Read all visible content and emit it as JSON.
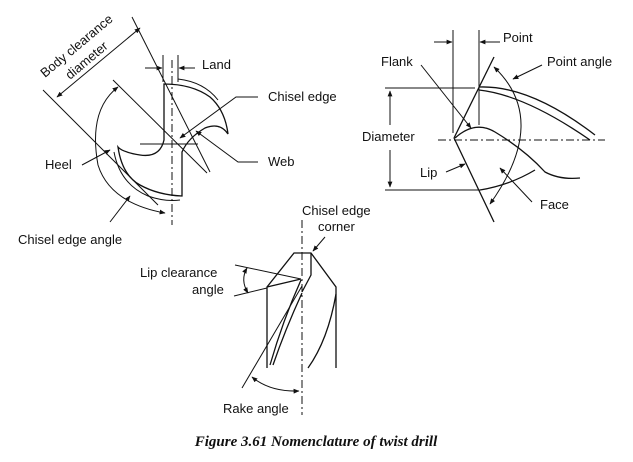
{
  "figure": {
    "caption": "Figure 3.61 Nomenclature of twist drill",
    "end_view": {
      "labels": {
        "body_clearance_1": "Body clearance",
        "body_clearance_2": "diameter",
        "land": "Land",
        "chisel_edge": "Chisel edge",
        "heel": "Heel",
        "web": "Web",
        "chisel_edge_angle": "Chisel edge angle"
      }
    },
    "side_view": {
      "labels": {
        "point": "Point",
        "flank": "Flank",
        "point_angle": "Point angle",
        "diameter": "Diameter",
        "lip": "Lip",
        "face": "Face"
      }
    },
    "tip_view": {
      "labels": {
        "chisel_corner_1": "Chisel edge",
        "chisel_corner_2": "corner",
        "lip_clearance_1": "Lip clearance",
        "lip_clearance_2": "angle",
        "rake_angle": "Rake angle"
      }
    }
  }
}
